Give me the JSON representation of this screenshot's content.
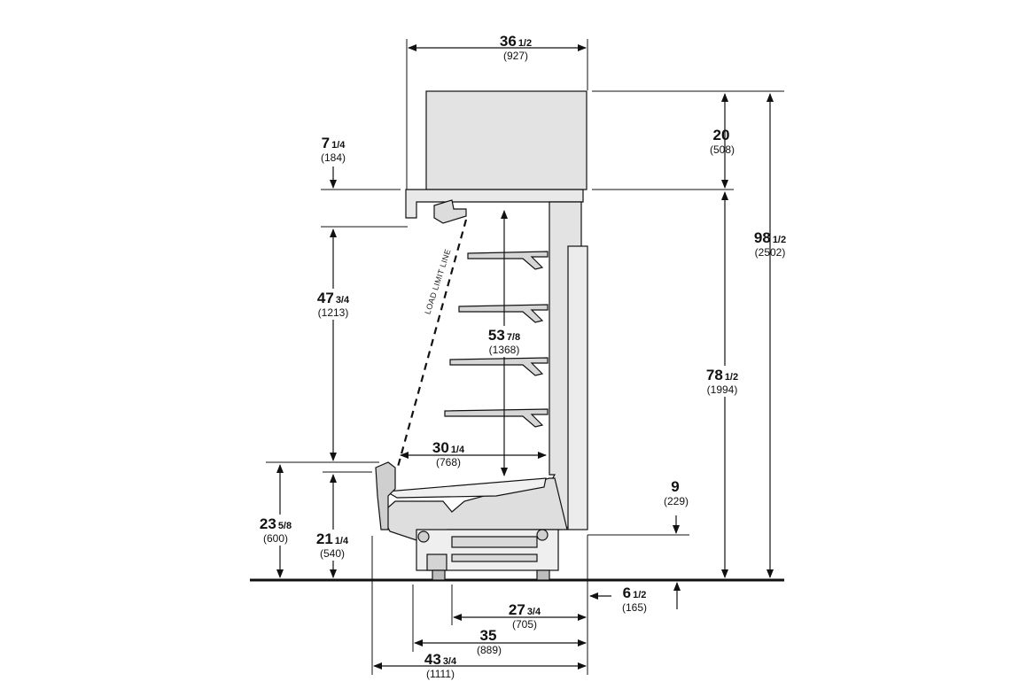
{
  "diagram": {
    "load_limit_label": "LOAD LIMIT LINE",
    "dimensions": [
      {
        "id": "overall-width-top",
        "main": "36",
        "fraction": "1/2",
        "mm": "(927)"
      },
      {
        "id": "canopy-height",
        "main": "20",
        "fraction": "",
        "mm": "(508)"
      },
      {
        "id": "overall-height",
        "main": "98",
        "fraction": "1/2",
        "mm": "(2502)"
      },
      {
        "id": "top-offset",
        "main": "7",
        "fraction": "1/4",
        "mm": "(184)"
      },
      {
        "id": "opening-height",
        "main": "47",
        "fraction": "3/4",
        "mm": "(1213)"
      },
      {
        "id": "interior-height",
        "main": "53",
        "fraction": "7/8",
        "mm": "(1368)"
      },
      {
        "id": "case-height",
        "main": "78",
        "fraction": "1/2",
        "mm": "(1994)"
      },
      {
        "id": "deck-depth",
        "main": "30",
        "fraction": "1/4",
        "mm": "(768)"
      },
      {
        "id": "rear-clearance",
        "main": "9",
        "fraction": "",
        "mm": "(229)"
      },
      {
        "id": "front-height",
        "main": "23",
        "fraction": "5/8",
        "mm": "(600)"
      },
      {
        "id": "deck-height",
        "main": "21",
        "fraction": "1/4",
        "mm": "(540)"
      },
      {
        "id": "rear-offset",
        "main": "6",
        "fraction": "1/2",
        "mm": "(165)"
      },
      {
        "id": "base-depth",
        "main": "27",
        "fraction": "3/4",
        "mm": "(705)"
      },
      {
        "id": "leg-depth",
        "main": "35",
        "fraction": "",
        "mm": "(889)"
      },
      {
        "id": "overall-depth",
        "main": "43",
        "fraction": "3/4",
        "mm": "(1111)"
      }
    ]
  }
}
